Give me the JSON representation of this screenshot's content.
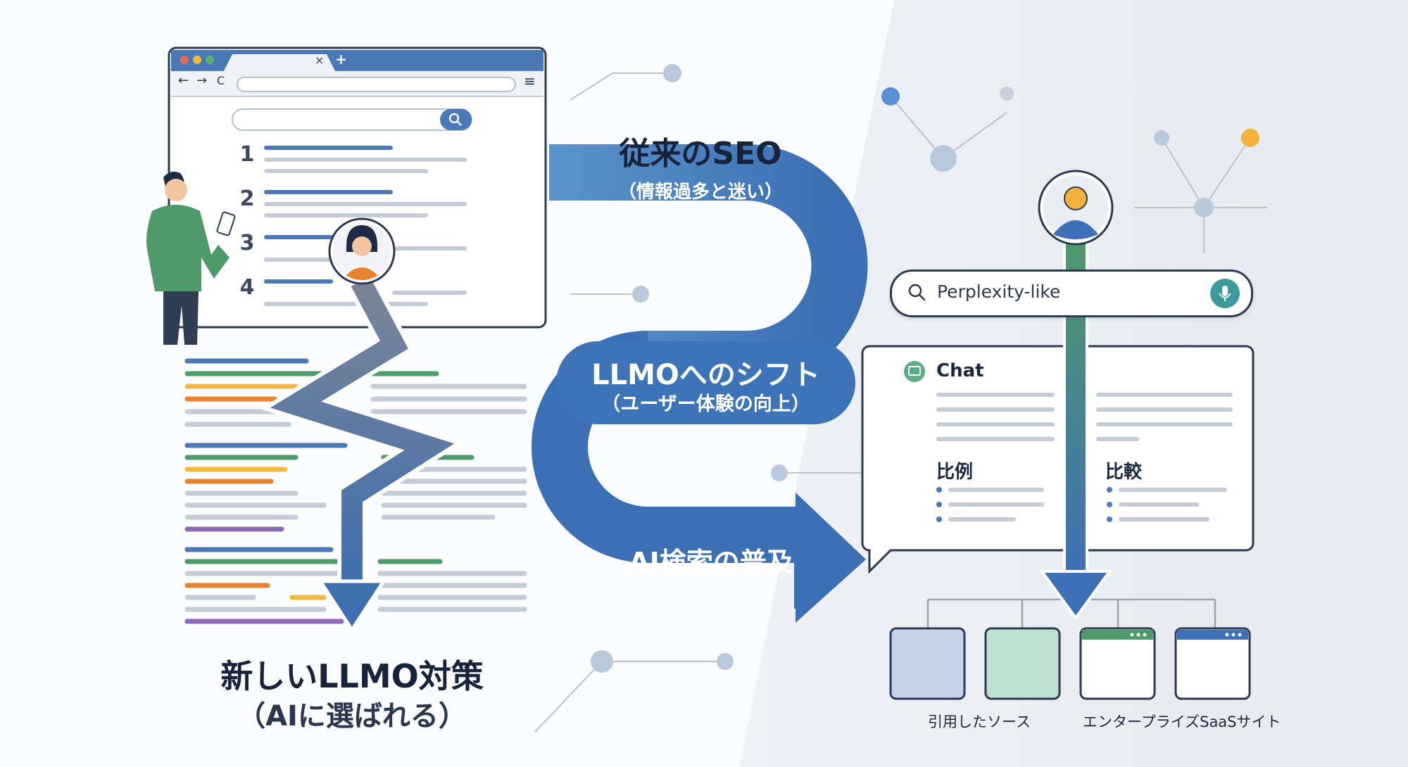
{
  "left_panel": {
    "browser": {
      "tab_close": "×",
      "tab_add": "+",
      "nav_back": "←",
      "nav_forward": "→",
      "nav_reload": "C",
      "menu": "≡",
      "rank_numbers": [
        "1",
        "2",
        "3",
        "4"
      ]
    },
    "caption_line1": "新しいLLMO対策",
    "caption_line2": "（AIに選ばれる）"
  },
  "middle_flow": {
    "stage1_title": "従来のSEO",
    "stage1_sub": "（情報過多と迷い）",
    "stage2_title": "LLMOへのシフト",
    "stage2_sub": "（ユーザー体験の向上）",
    "stage3_title": "AI検索の普及"
  },
  "right_panel": {
    "search_placeholder": "Perplexity-like",
    "chat_title": "Chat",
    "compare_left": "比例",
    "compare_right": "比較",
    "source_label_left": "引用したソース",
    "source_label_right": "エンタープライズSaaSサイト"
  },
  "colors": {
    "primary_blue": "#3e74b8",
    "dark_navy": "#17233a",
    "green": "#4f9a6a",
    "orange": "#e8842f",
    "yellow": "#f2b844",
    "purple": "#8c6bb5",
    "gray_line": "#c4ccd8",
    "node_blue": "#5b8fd4",
    "node_orange": "#f3b23c"
  }
}
